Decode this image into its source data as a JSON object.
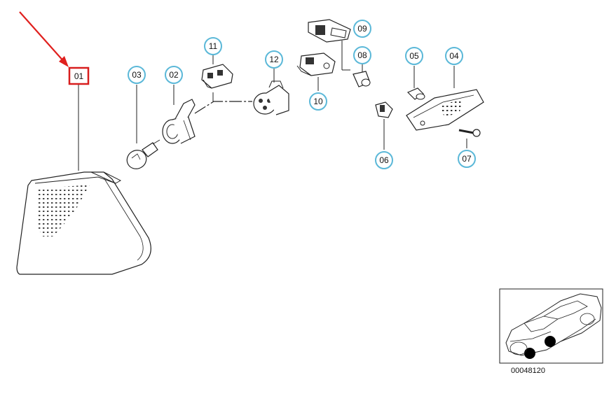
{
  "diagram": {
    "selected_part": "01",
    "reference_number": "00048120",
    "callouts": [
      {
        "id": "01",
        "label": "01",
        "selected": true
      },
      {
        "id": "02",
        "label": "02"
      },
      {
        "id": "03",
        "label": "03"
      },
      {
        "id": "04",
        "label": "04"
      },
      {
        "id": "05",
        "label": "05"
      },
      {
        "id": "06",
        "label": "06"
      },
      {
        "id": "07",
        "label": "07"
      },
      {
        "id": "08",
        "label": "08"
      },
      {
        "id": "09",
        "label": "09"
      },
      {
        "id": "10",
        "label": "10"
      },
      {
        "id": "11",
        "label": "11"
      },
      {
        "id": "12",
        "label": "12"
      }
    ]
  },
  "colors": {
    "callout_ring": "#5bb8d8",
    "selected_box": "#d81e1e",
    "pointer_arrow": "#e0201e",
    "line_art": "#222222"
  }
}
